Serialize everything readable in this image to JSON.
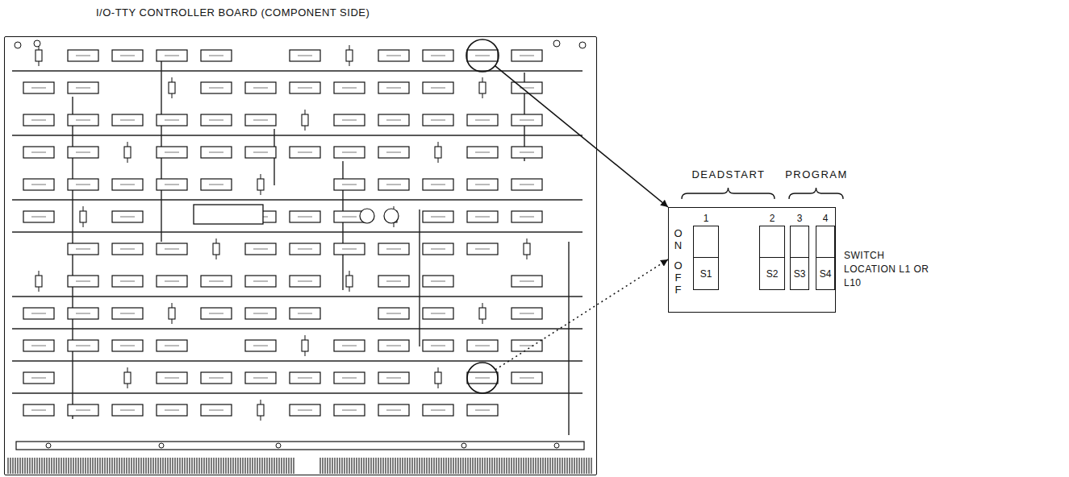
{
  "diagram": {
    "nodes": [
      {
        "text": [
          "I/O-TTY CONTROLLER BOARD (COMPONENT SIDE)"
        ]
      },
      {
        "text": [
          "ON",
          "OFF"
        ]
      },
      {
        "text": [
          "1",
          "S1"
        ],
        "in": 1
      },
      {
        "text": [
          "2",
          "S2"
        ],
        "in": 1
      },
      {
        "text": [
          "3",
          "S3"
        ],
        "in": 1
      },
      {
        "text": [
          "4",
          "S4"
        ],
        "in": 1
      }
    ],
    "edges": [
      {
        "from": 0,
        "to": 1,
        "arrow": "to"
      },
      {
        "from": 0,
        "to": 1,
        "arrow": "to"
      }
    ],
    "labels": [
      "DEADSTART",
      "PROGRAM",
      "SWITCH LOCATION L1 OR L10"
    ]
  }
}
